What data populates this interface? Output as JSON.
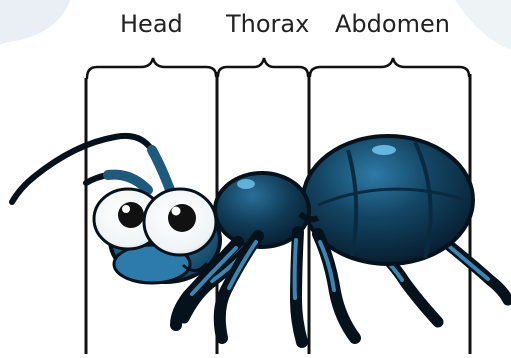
{
  "labels": {
    "head": "Head",
    "thorax": "Thorax",
    "abdomen": "Abdomen"
  },
  "colors": {
    "body_dark": "#0a2436",
    "body_mid": "#1f5a7e",
    "highlight": "#6fc0e8",
    "outline": "#05121c",
    "bracket": "#111111",
    "watermark": "#e9eff4"
  }
}
